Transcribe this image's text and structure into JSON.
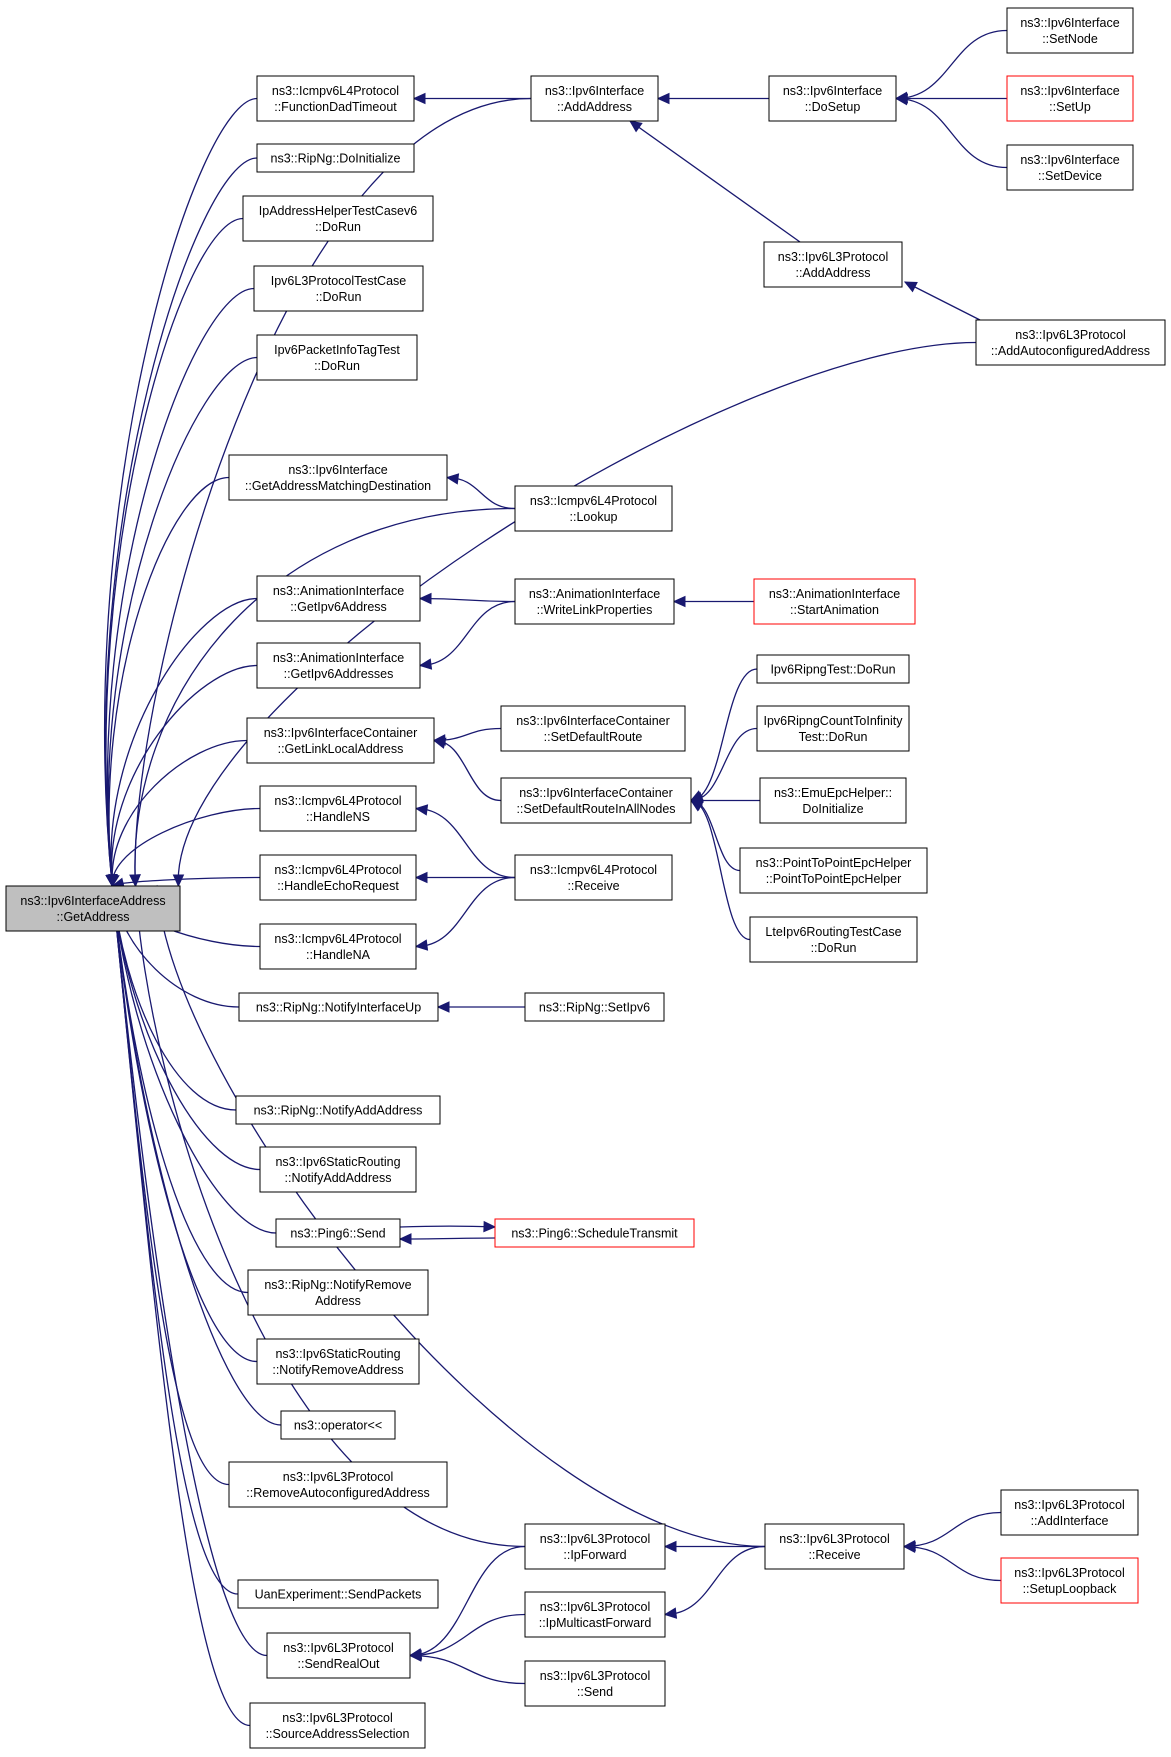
{
  "colors": {
    "edge": "#191970",
    "border": "#000000",
    "border_red": "#ff0000",
    "root_fill": "#bfbfbf",
    "node_fill": "#ffffff"
  },
  "nodes": [
    {
      "id": "root",
      "lines": [
        "ns3::Ipv6InterfaceAddress",
        "::GetAddress"
      ],
      "style": "root"
    },
    {
      "id": "fdt",
      "lines": [
        "ns3::Icmpv6L4Protocol",
        "::FunctionDadTimeout"
      ]
    },
    {
      "id": "ripInit",
      "lines": [
        "ns3::RipNg::DoInitialize"
      ]
    },
    {
      "id": "iahtc",
      "lines": [
        "IpAddressHelperTestCasev6",
        "::DoRun"
      ]
    },
    {
      "id": "l3tc",
      "lines": [
        "Ipv6L3ProtocolTestCase",
        "::DoRun"
      ]
    },
    {
      "id": "pitt",
      "lines": [
        "Ipv6PacketInfoTagTest",
        "::DoRun"
      ]
    },
    {
      "id": "gamd",
      "lines": [
        "ns3::Ipv6Interface",
        "::GetAddressMatchingDestination"
      ]
    },
    {
      "id": "agia",
      "lines": [
        "ns3::AnimationInterface",
        "::GetIpv6Address"
      ]
    },
    {
      "id": "agias",
      "lines": [
        "ns3::AnimationInterface",
        "::GetIpv6Addresses"
      ]
    },
    {
      "id": "glla",
      "lines": [
        "ns3::Ipv6InterfaceContainer",
        "::GetLinkLocalAddress"
      ]
    },
    {
      "id": "hns",
      "lines": [
        "ns3::Icmpv6L4Protocol",
        "::HandleNS"
      ]
    },
    {
      "id": "her",
      "lines": [
        "ns3::Icmpv6L4Protocol",
        "::HandleEchoRequest"
      ]
    },
    {
      "id": "hna",
      "lines": [
        "ns3::Icmpv6L4Protocol",
        "::HandleNA"
      ]
    },
    {
      "id": "niu",
      "lines": [
        "ns3::RipNg::NotifyInterfaceUp"
      ]
    },
    {
      "id": "naa",
      "lines": [
        "ns3::RipNg::NotifyAddAddress"
      ]
    },
    {
      "id": "srnaa",
      "lines": [
        "ns3::Ipv6StaticRouting",
        "::NotifyAddAddress"
      ]
    },
    {
      "id": "psend",
      "lines": [
        "ns3::Ping6::Send"
      ]
    },
    {
      "id": "nra",
      "lines": [
        "ns3::RipNg::NotifyRemove",
        "Address"
      ]
    },
    {
      "id": "srnra",
      "lines": [
        "ns3::Ipv6StaticRouting",
        "::NotifyRemoveAddress"
      ]
    },
    {
      "id": "op",
      "lines": [
        "ns3::operator<<"
      ]
    },
    {
      "id": "raa",
      "lines": [
        "ns3::Ipv6L3Protocol",
        "::RemoveAutoconfiguredAddress"
      ]
    },
    {
      "id": "uan",
      "lines": [
        "UanExperiment::SendPackets"
      ]
    },
    {
      "id": "sro",
      "lines": [
        "ns3::Ipv6L3Protocol",
        "::SendRealOut"
      ]
    },
    {
      "id": "sas",
      "lines": [
        "ns3::Ipv6L3Protocol",
        "::SourceAddressSelection"
      ]
    },
    {
      "id": "ifaa",
      "lines": [
        "ns3::Ipv6Interface",
        "::AddAddress"
      ]
    },
    {
      "id": "lookup",
      "lines": [
        "ns3::Icmpv6L4Protocol",
        "::Lookup"
      ]
    },
    {
      "id": "wlp",
      "lines": [
        "ns3::AnimationInterface",
        "::WriteLinkProperties"
      ]
    },
    {
      "id": "sdr",
      "lines": [
        "ns3::Ipv6InterfaceContainer",
        "::SetDefaultRoute"
      ]
    },
    {
      "id": "sdran",
      "lines": [
        "ns3::Ipv6InterfaceContainer",
        "::SetDefaultRouteInAllNodes"
      ]
    },
    {
      "id": "icmprecv",
      "lines": [
        "ns3::Icmpv6L4Protocol",
        "::Receive"
      ]
    },
    {
      "id": "setipv6",
      "lines": [
        "ns3::RipNg::SetIpv6"
      ]
    },
    {
      "id": "schedtx",
      "lines": [
        "ns3::Ping6::ScheduleTransmit"
      ],
      "style": "red"
    },
    {
      "id": "ipfwd",
      "lines": [
        "ns3::Ipv6L3Protocol",
        "::IpForward"
      ]
    },
    {
      "id": "ipmf",
      "lines": [
        "ns3::Ipv6L3Protocol",
        "::IpMulticastForward"
      ]
    },
    {
      "id": "l3send",
      "lines": [
        "ns3::Ipv6L3Protocol",
        "::Send"
      ]
    },
    {
      "id": "dosetup",
      "lines": [
        "ns3::Ipv6Interface",
        "::DoSetup"
      ]
    },
    {
      "id": "l3aa",
      "lines": [
        "ns3::Ipv6L3Protocol",
        "::AddAddress"
      ]
    },
    {
      "id": "startanim",
      "lines": [
        "ns3::AnimationInterface",
        "::StartAnimation"
      ],
      "style": "red"
    },
    {
      "id": "riptest",
      "lines": [
        "Ipv6RipngTest::DoRun"
      ]
    },
    {
      "id": "ripcti",
      "lines": [
        "Ipv6RipngCountToInfinity",
        "Test::DoRun"
      ]
    },
    {
      "id": "emu",
      "lines": [
        "ns3::EmuEpcHelper::",
        "DoInitialize"
      ]
    },
    {
      "id": "p2p",
      "lines": [
        "ns3::PointToPointEpcHelper",
        "::PointToPointEpcHelper"
      ]
    },
    {
      "id": "lte",
      "lines": [
        "LteIpv6RoutingTestCase",
        "::DoRun"
      ]
    },
    {
      "id": "l3recv",
      "lines": [
        "ns3::Ipv6L3Protocol",
        "::Receive"
      ]
    },
    {
      "id": "setnode",
      "lines": [
        "ns3::Ipv6Interface",
        "::SetNode"
      ]
    },
    {
      "id": "setup",
      "lines": [
        "ns3::Ipv6Interface",
        "::SetUp"
      ],
      "style": "red"
    },
    {
      "id": "setdev",
      "lines": [
        "ns3::Ipv6Interface",
        "::SetDevice"
      ]
    },
    {
      "id": "aaa",
      "lines": [
        "ns3::Ipv6L3Protocol",
        "::AddAutoconfiguredAddress"
      ]
    },
    {
      "id": "addif",
      "lines": [
        "ns3::Ipv6L3Protocol",
        "::AddInterface"
      ]
    },
    {
      "id": "setlb",
      "lines": [
        "ns3::Ipv6L3Protocol",
        "::SetupLoopback"
      ],
      "style": "red"
    }
  ],
  "edges": [
    [
      "root",
      "fdt"
    ],
    [
      "root",
      "ifaa"
    ],
    [
      "root",
      "ripInit"
    ],
    [
      "root",
      "iahtc"
    ],
    [
      "root",
      "l3tc"
    ],
    [
      "root",
      "pitt"
    ],
    [
      "root",
      "aaa"
    ],
    [
      "root",
      "gamd"
    ],
    [
      "root",
      "lookup"
    ],
    [
      "root",
      "agia"
    ],
    [
      "root",
      "agias"
    ],
    [
      "root",
      "glla"
    ],
    [
      "root",
      "hns"
    ],
    [
      "root",
      "her"
    ],
    [
      "root",
      "hna"
    ],
    [
      "root",
      "niu"
    ],
    [
      "root",
      "l3recv"
    ],
    [
      "root",
      "naa"
    ],
    [
      "root",
      "srnaa"
    ],
    [
      "root",
      "psend"
    ],
    [
      "root",
      "nra"
    ],
    [
      "root",
      "srnra"
    ],
    [
      "root",
      "op"
    ],
    [
      "root",
      "raa"
    ],
    [
      "root",
      "ipfwd"
    ],
    [
      "root",
      "uan"
    ],
    [
      "root",
      "sro"
    ],
    [
      "root",
      "sas"
    ],
    [
      "fdt",
      "ifaa"
    ],
    [
      "ifaa",
      "dosetup"
    ],
    [
      "ifaa",
      "l3aa"
    ],
    [
      "dosetup",
      "setnode"
    ],
    [
      "dosetup",
      "setup"
    ],
    [
      "dosetup",
      "setdev"
    ],
    [
      "l3aa",
      "aaa"
    ],
    [
      "gamd",
      "lookup"
    ],
    [
      "agia",
      "wlp"
    ],
    [
      "agias",
      "wlp"
    ],
    [
      "wlp",
      "startanim"
    ],
    [
      "glla",
      "sdr"
    ],
    [
      "glla",
      "sdran"
    ],
    [
      "sdran",
      "riptest"
    ],
    [
      "sdran",
      "ripcti"
    ],
    [
      "sdran",
      "emu"
    ],
    [
      "sdran",
      "p2p"
    ],
    [
      "sdran",
      "lte"
    ],
    [
      "hns",
      "icmprecv"
    ],
    [
      "her",
      "icmprecv"
    ],
    [
      "hna",
      "icmprecv"
    ],
    [
      "niu",
      "setipv6"
    ],
    [
      "psend",
      "schedtx"
    ],
    [
      "schedtx",
      "psend"
    ],
    [
      "ipfwd",
      "l3recv"
    ],
    [
      "ipmf",
      "l3recv"
    ],
    [
      "l3recv",
      "addif"
    ],
    [
      "l3recv",
      "setlb"
    ],
    [
      "sro",
      "ipfwd"
    ],
    [
      "sro",
      "ipmf"
    ],
    [
      "sro",
      "l3send"
    ]
  ]
}
